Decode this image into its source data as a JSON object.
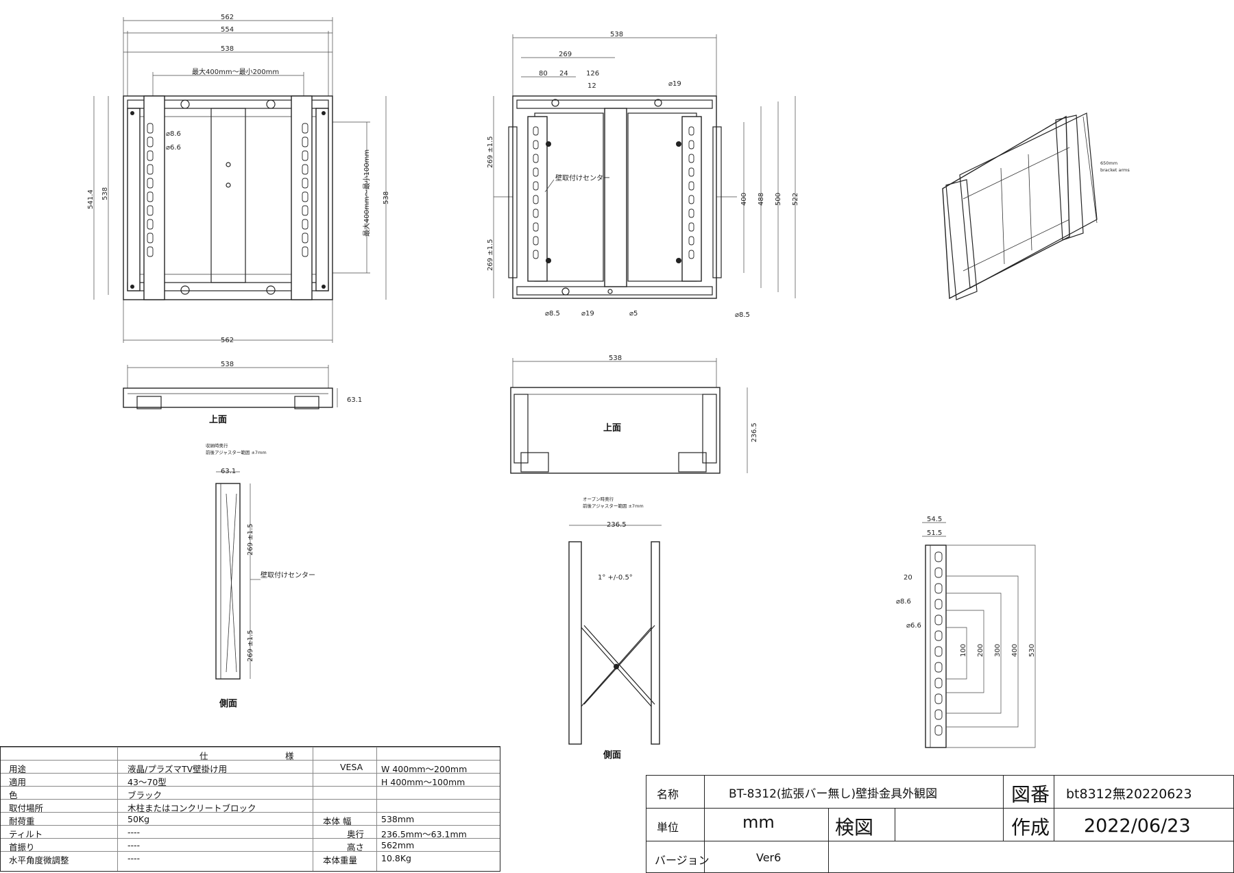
{
  "front_view_left": {
    "dims": {
      "top_outer": "562",
      "top_mid": "554",
      "top_inner": "538",
      "range": "最大400mm～最小200mm",
      "left_outer": "541.4",
      "left_inner": "538",
      "right_range": "最大400mm～最小100mm",
      "right_outer": "538",
      "bottom": "562",
      "hole1": "⌀8.6",
      "hole2": "⌀6.6"
    }
  },
  "front_view_center": {
    "dims": {
      "top": "538",
      "d269": "269",
      "d80": "80",
      "d24": "24",
      "d126": "126",
      "d12": "12",
      "d19": "⌀19",
      "left_upper": "269 ±1.5",
      "left_lower": "269 ±1.5",
      "center_label": "壁取付けセンター",
      "r400": "400",
      "r488": "488",
      "r500": "500",
      "r522": "522",
      "b1": "⌀8.5",
      "b2": "⌀19",
      "b3": "⌀5",
      "b4": "⌀8.5"
    }
  },
  "iso_view": {
    "note1": "650mm",
    "note2": "bracket arms"
  },
  "top_view_left": {
    "width": "538",
    "depth": "63.1",
    "label": "上面"
  },
  "top_view_center": {
    "width": "538",
    "depth": "236.5",
    "label": "上面"
  },
  "side_view_left": {
    "note1": "収納時奥行",
    "note2": "前後アジャスター範囲 ±7mm",
    "depth": "63.1",
    "upper": "269 ±1.5",
    "lower": "269 ±1.5",
    "center_label": "壁取付けセンター",
    "label": "側面"
  },
  "side_view_center": {
    "note1": "オープン時奥行",
    "note2": "前後アジャスター範囲 ±7mm",
    "depth": "236.5",
    "tilt": "1° +/-0.5°",
    "label": "側面"
  },
  "bracket_view": {
    "d545": "54.5",
    "d515": "51.5",
    "d20": "20",
    "h86": "⌀8.6",
    "h66": "⌀6.6",
    "d100": "100",
    "d200": "200",
    "d300": "300",
    "d400": "400",
    "d530": "530"
  },
  "spec": {
    "header": "仕　　　　　　　　　様",
    "rows": [
      {
        "k": "用途",
        "v": "液晶/プラズマTV壁掛け用",
        "k2": "VESA",
        "v2": "W  400mm～200mm"
      },
      {
        "k": "適用",
        "v": "43～70型",
        "k2": "",
        "v2": "H  400mm～100mm"
      },
      {
        "k": "色",
        "v": "ブラック",
        "k2": "",
        "v2": ""
      },
      {
        "k": "取付場所",
        "v": "木柱またはコンクリートブロック",
        "k2": "",
        "v2": ""
      },
      {
        "k": "耐荷重",
        "v": "50Kg",
        "k2": "本体  幅",
        "v2": "538mm"
      },
      {
        "k": "ティルト",
        "v": "----",
        "k2": "奥行",
        "v2": "236.5mm～63.1mm"
      },
      {
        "k": "首振り",
        "v": "----",
        "k2": "高さ",
        "v2": "562mm"
      },
      {
        "k": "水平角度微調整",
        "v": "----",
        "k2": "本体重量",
        "v2": "10.8Kg"
      }
    ]
  },
  "title_block": {
    "name_label": "名称",
    "name": "BT-8312(拡張バー無し)壁掛金具外観図",
    "drawing_label": "図番",
    "drawing": "bt8312無20220623",
    "unit_label": "単位",
    "unit": "mm",
    "check_label": "検図",
    "made_label": "作成",
    "date": "2022/06/23",
    "version_label": "バージョン",
    "version": "Ver6"
  }
}
